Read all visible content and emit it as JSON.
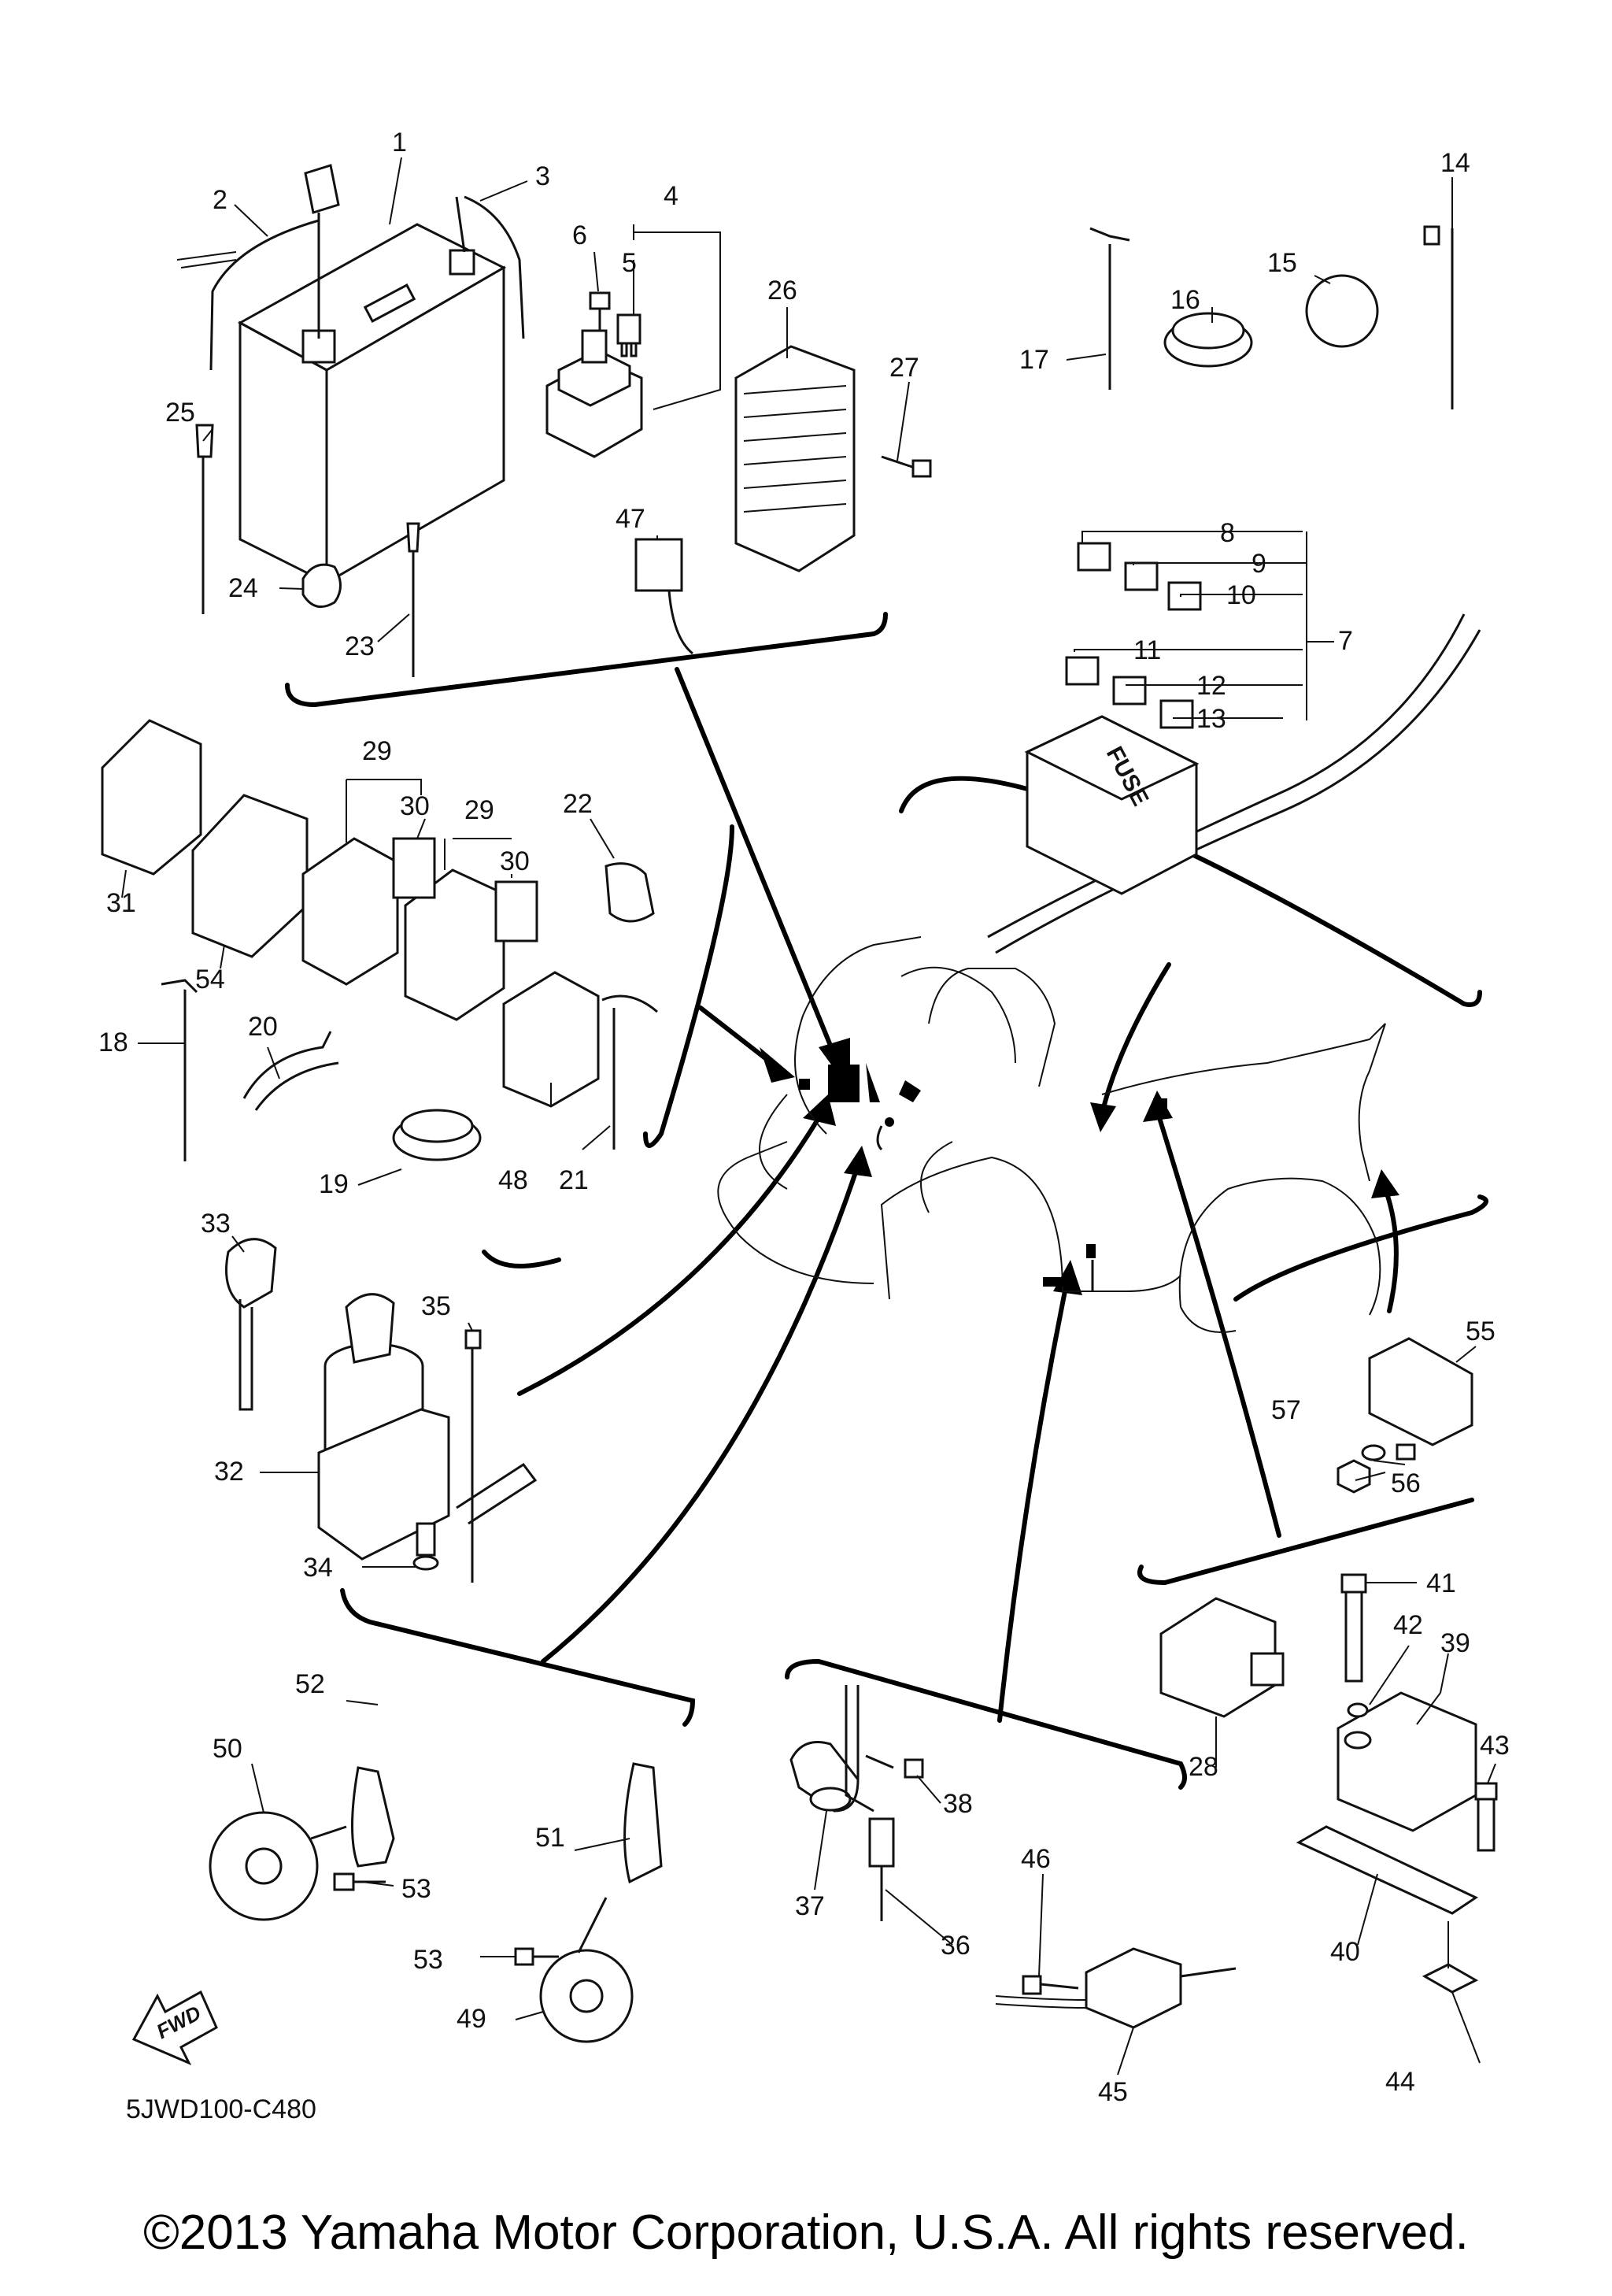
{
  "diagram_code": "5JWD100-C480",
  "fwd_label": "FWD",
  "fuse_label": "FUSE",
  "copyright": "©2013 Yamaha Motor Corporation, U.S.A. All rights reserved.",
  "callouts": {
    "c1": "1",
    "c2": "2",
    "c3": "3",
    "c4": "4",
    "c5": "5",
    "c6": "6",
    "c7": "7",
    "c8": "8",
    "c9": "9",
    "c10": "10",
    "c11": "11",
    "c12": "12",
    "c13": "13",
    "c14": "14",
    "c15": "15",
    "c16": "16",
    "c17": "17",
    "c18": "18",
    "c19": "19",
    "c20": "20",
    "c21": "21",
    "c22": "22",
    "c23": "23",
    "c24": "24",
    "c25": "25",
    "c26": "26",
    "c27": "27",
    "c28": "28",
    "c29a": "29",
    "c29b": "29",
    "c30a": "30",
    "c30b": "30",
    "c31": "31",
    "c32": "32",
    "c33": "33",
    "c34": "34",
    "c35": "35",
    "c36": "36",
    "c37": "37",
    "c38": "38",
    "c39": "39",
    "c40": "40",
    "c41": "41",
    "c42": "42",
    "c43": "43",
    "c44": "44",
    "c45": "45",
    "c46": "46",
    "c47": "47",
    "c48": "48",
    "c49": "49",
    "c50": "50",
    "c51": "51",
    "c52": "52",
    "c53a": "53",
    "c53b": "53",
    "c54": "54",
    "c55": "55",
    "c56": "56",
    "c57": "57"
  }
}
